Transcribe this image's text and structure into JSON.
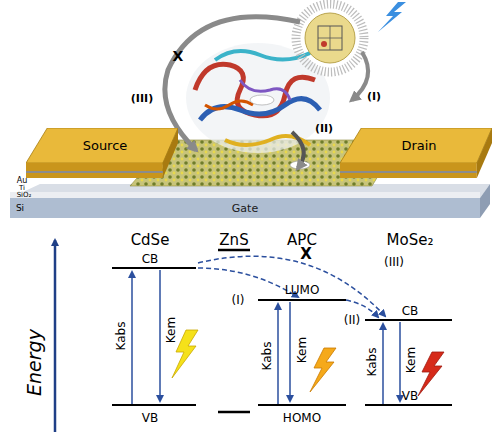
{
  "diagram": {
    "nodes": [
      {
        "text": [
          "Source"
        ]
      },
      {
        "text": [
          "Drain"
        ]
      },
      {
        "text": [
          "Gate"
        ]
      }
    ],
    "labels": [
      "Au",
      "Ti",
      "SiO₂",
      "Si",
      "(I)",
      "(II)",
      "(III)",
      "X",
      "CdSe",
      "ZnS",
      "APC",
      "MoSe₂",
      "CB",
      "VB",
      "Kabs",
      "Kem",
      "LUMO",
      "HOMO",
      "Kabs",
      "Kem",
      "CB",
      "VB",
      "Kabs",
      "Kem",
      "(I)",
      "X",
      "(III)",
      "(II)",
      "Energy"
    ]
  }
}
